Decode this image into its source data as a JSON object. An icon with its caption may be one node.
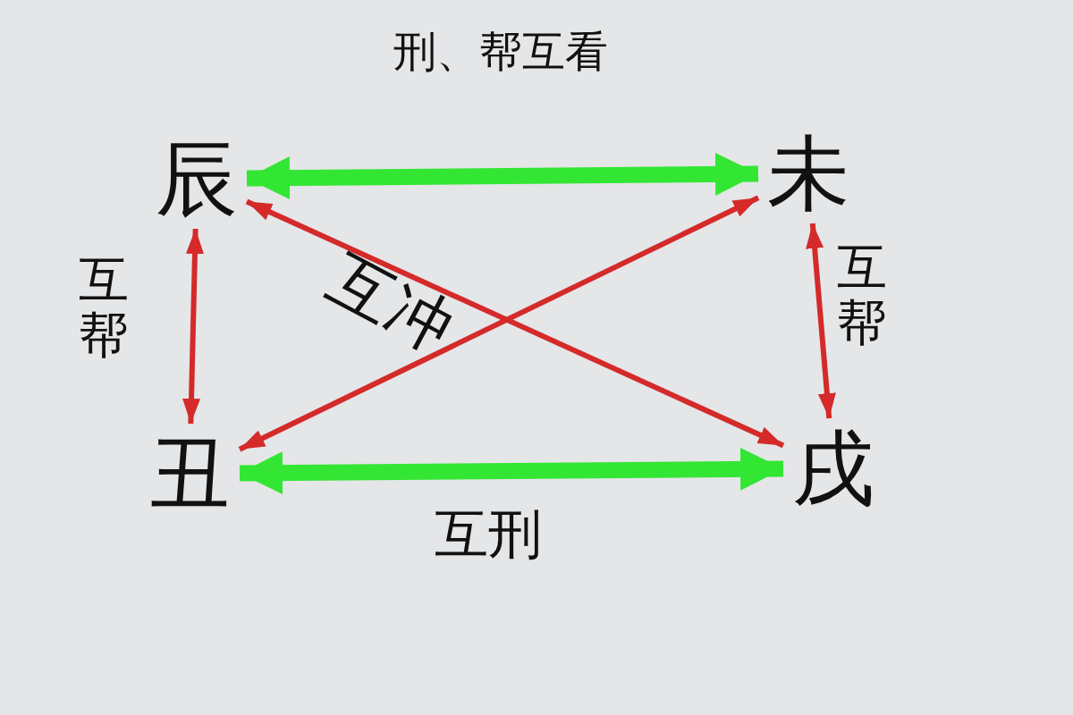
{
  "diagram": {
    "nodes": [
      {
        "text": [
          "辰"
        ]
      },
      {
        "text": [
          "未"
        ]
      },
      {
        "text": [
          "丑"
        ]
      },
      {
        "text": [
          "戌"
        ]
      }
    ],
    "edges": [
      {
        "from": 0,
        "to": 1,
        "arrow": "both",
        "label": "刑、帮互看",
        "style": "thick",
        "color": "#33e633"
      },
      {
        "from": 0,
        "to": 2,
        "arrow": "both",
        "label": "互帮"
      },
      {
        "from": 1,
        "to": 3,
        "arrow": "both",
        "label": "互帮"
      },
      {
        "from": 0,
        "to": 3,
        "arrow": "both"
      },
      {
        "from": 2,
        "to": 1,
        "arrow": "both"
      },
      {
        "from": 2,
        "to": 3,
        "arrow": "both",
        "label": "互刑",
        "style": "thick",
        "color": "#33e633"
      }
    ],
    "labels": [
      "互冲"
    ]
  }
}
